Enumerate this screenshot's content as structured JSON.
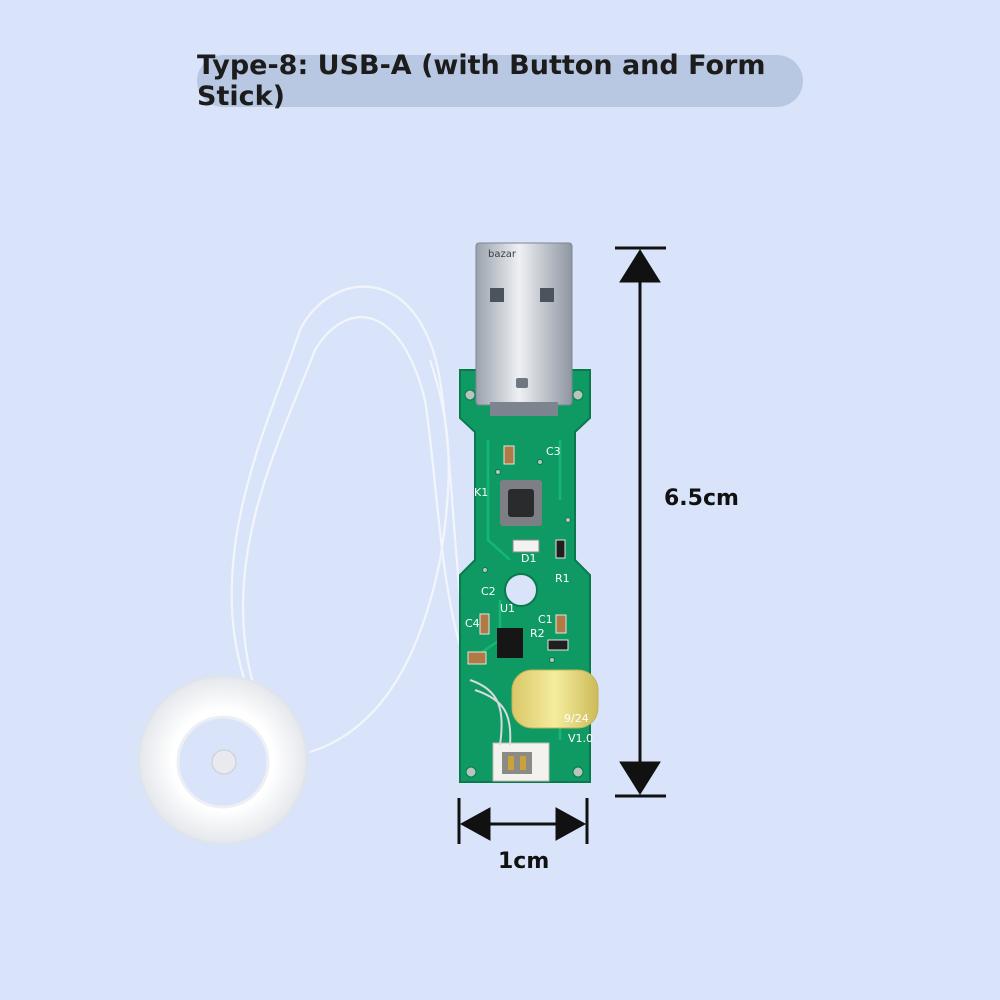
{
  "title": "Type-8: USB-A (with Button and Form Stick)",
  "brand": "bazar",
  "dimensions": {
    "height": "6.5cm",
    "width": "1cm"
  },
  "pcb": {
    "components": [
      "C3",
      "K1",
      "D1",
      "R1",
      "C2",
      "U1",
      "C1",
      "R2",
      "C4",
      "V1.0",
      "9/24"
    ]
  },
  "colors": {
    "background": "#d9e4fb",
    "title_pill": "#b9c8e2",
    "pcb": "#0e9a62",
    "inductor": "#f1e58e"
  }
}
